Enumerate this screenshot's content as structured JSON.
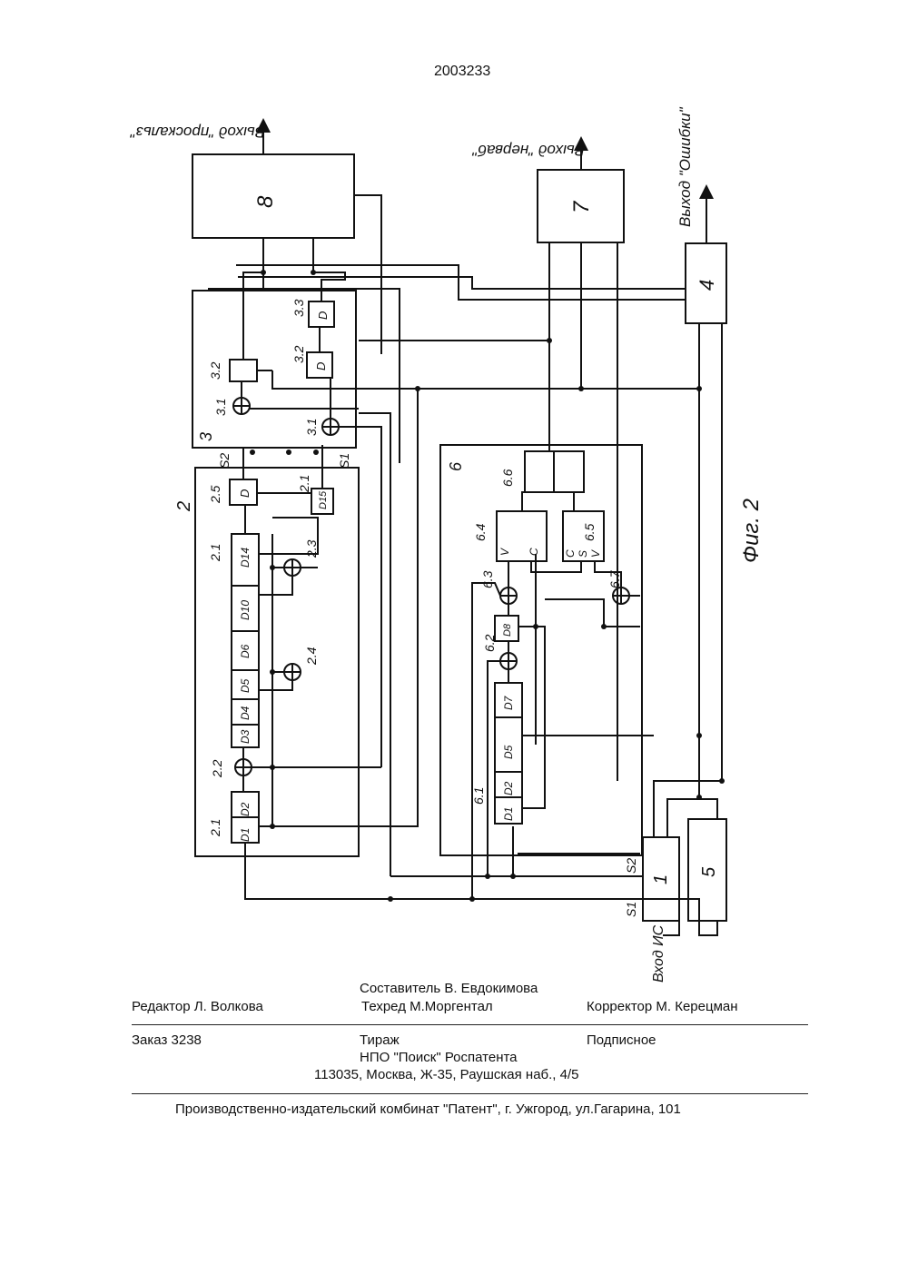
{
  "patent_number": "2003233",
  "figure_caption": "Фиг. 2",
  "outputs": {
    "slip": "Выход \"проскальз\"",
    "zero": "Выход \"нерваб\"",
    "error": "Выход \"Ошибки\""
  },
  "input_label": "Вход ИС",
  "signals": {
    "s1": "S1",
    "s2": "S2"
  },
  "blocks": {
    "b1": "1",
    "b2": "2",
    "b3": "3",
    "b4": "4",
    "b5": "5",
    "b6": "6",
    "b7": "7",
    "b8": "8"
  },
  "sub_labels": {
    "l2_1a": "2.1",
    "l2_1b": "2.1",
    "l2_1c": "2.1",
    "l2_2": "2.2",
    "l2_3": "2.3",
    "l2_4": "2.4",
    "l2_5": "2.5",
    "l3_1a": "3.1",
    "l3_1b": "3.1",
    "l3_2a": "3.2",
    "l3_2b": "3.2",
    "l3_3": "3.3",
    "l6_1": "6.1",
    "l6_2": "6.2",
    "l6_3": "6.3",
    "l6_4": "6.4",
    "l6_5": "6.5",
    "l6_6": "6.6",
    "l6_7": "6.7"
  },
  "cells": {
    "d1": "D1",
    "d2": "D2",
    "d3": "D3",
    "d4": "D4",
    "d5": "D5",
    "d6": "D6",
    "d10": "D10",
    "d14": "D14",
    "d15": "D15",
    "d": "D",
    "d3_2": "D",
    "d3_3": "D",
    "e1": "D1",
    "e2": "D2",
    "e5": "D5",
    "e7": "D7",
    "e8": "D8",
    "c64_v": "V",
    "c64_c": "C",
    "c65_c": "C",
    "c65_s": "S",
    "c65_v": "V"
  },
  "footer": {
    "compiler": "Составитель  В. Евдокимова",
    "editor": "Редактор     Л. Волкова",
    "techred": "Техред М.Моргентал",
    "corrector": "Корректор  М. Керецман",
    "order": "Заказ   3238",
    "circulation": "Тираж",
    "subscription": "Подписное",
    "org": "НПО \"Поиск\" Роспатента",
    "address": "113035, Москва, Ж-35, Раушская наб., 4/5",
    "plant": "Производственно-издательский комбинат \"Патент\", г. Ужгород, ул.Гагарина, 101"
  }
}
